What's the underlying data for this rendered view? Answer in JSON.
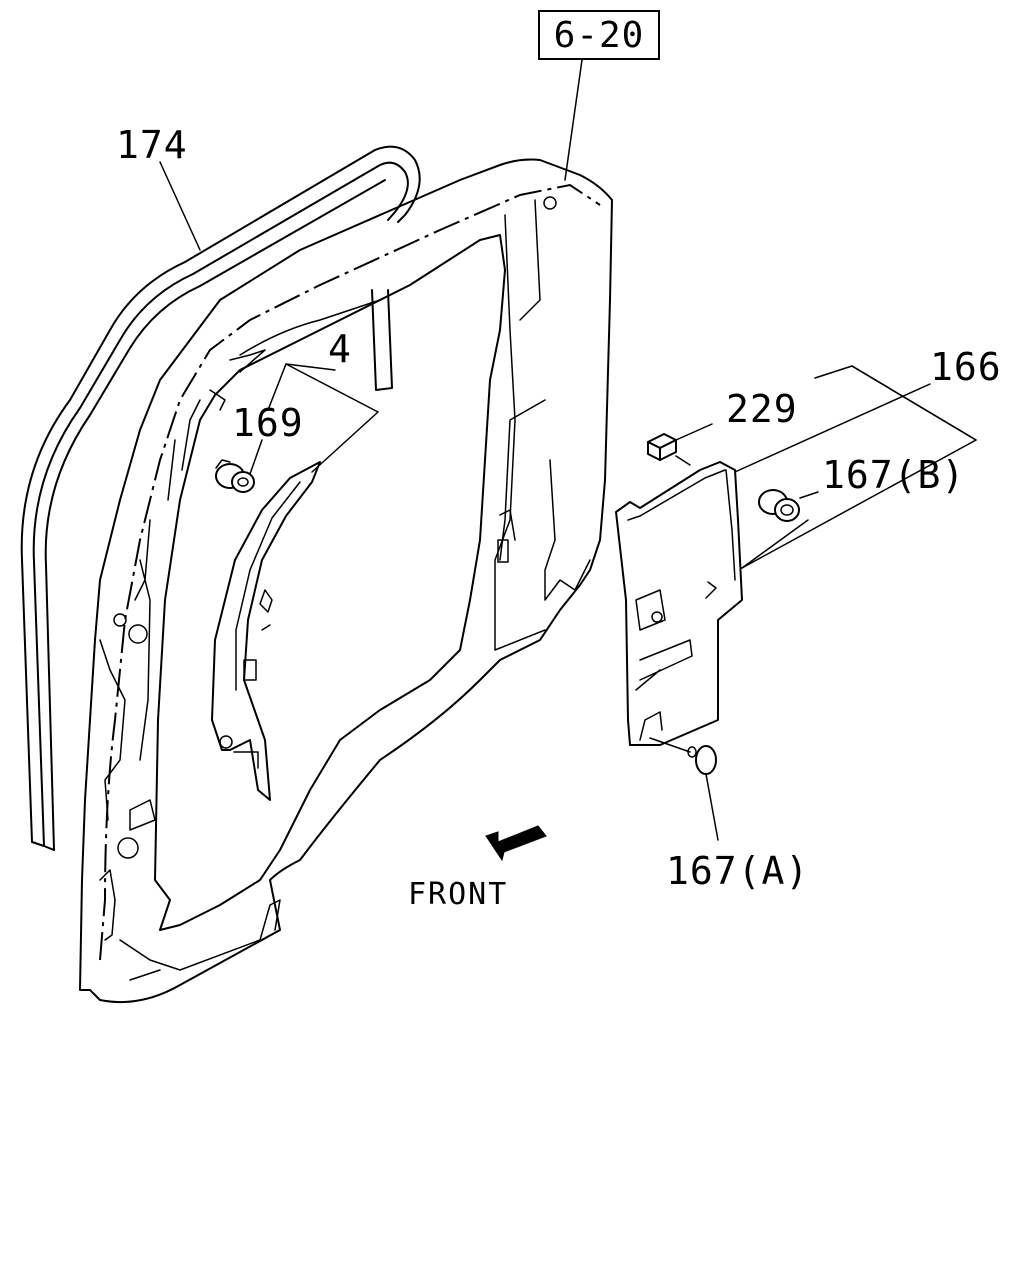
{
  "reference_box": {
    "label": "6-20"
  },
  "callouts": [
    {
      "id": "174",
      "text": "174"
    },
    {
      "id": "4",
      "text": "4"
    },
    {
      "id": "169",
      "text": "169"
    },
    {
      "id": "166",
      "text": "166"
    },
    {
      "id": "229",
      "text": "229"
    },
    {
      "id": "167b",
      "text": "167(B)"
    },
    {
      "id": "167a",
      "text": "167(A)"
    }
  ],
  "direction_indicator": {
    "label": "FRONT",
    "icon": "front-arrow-icon"
  }
}
